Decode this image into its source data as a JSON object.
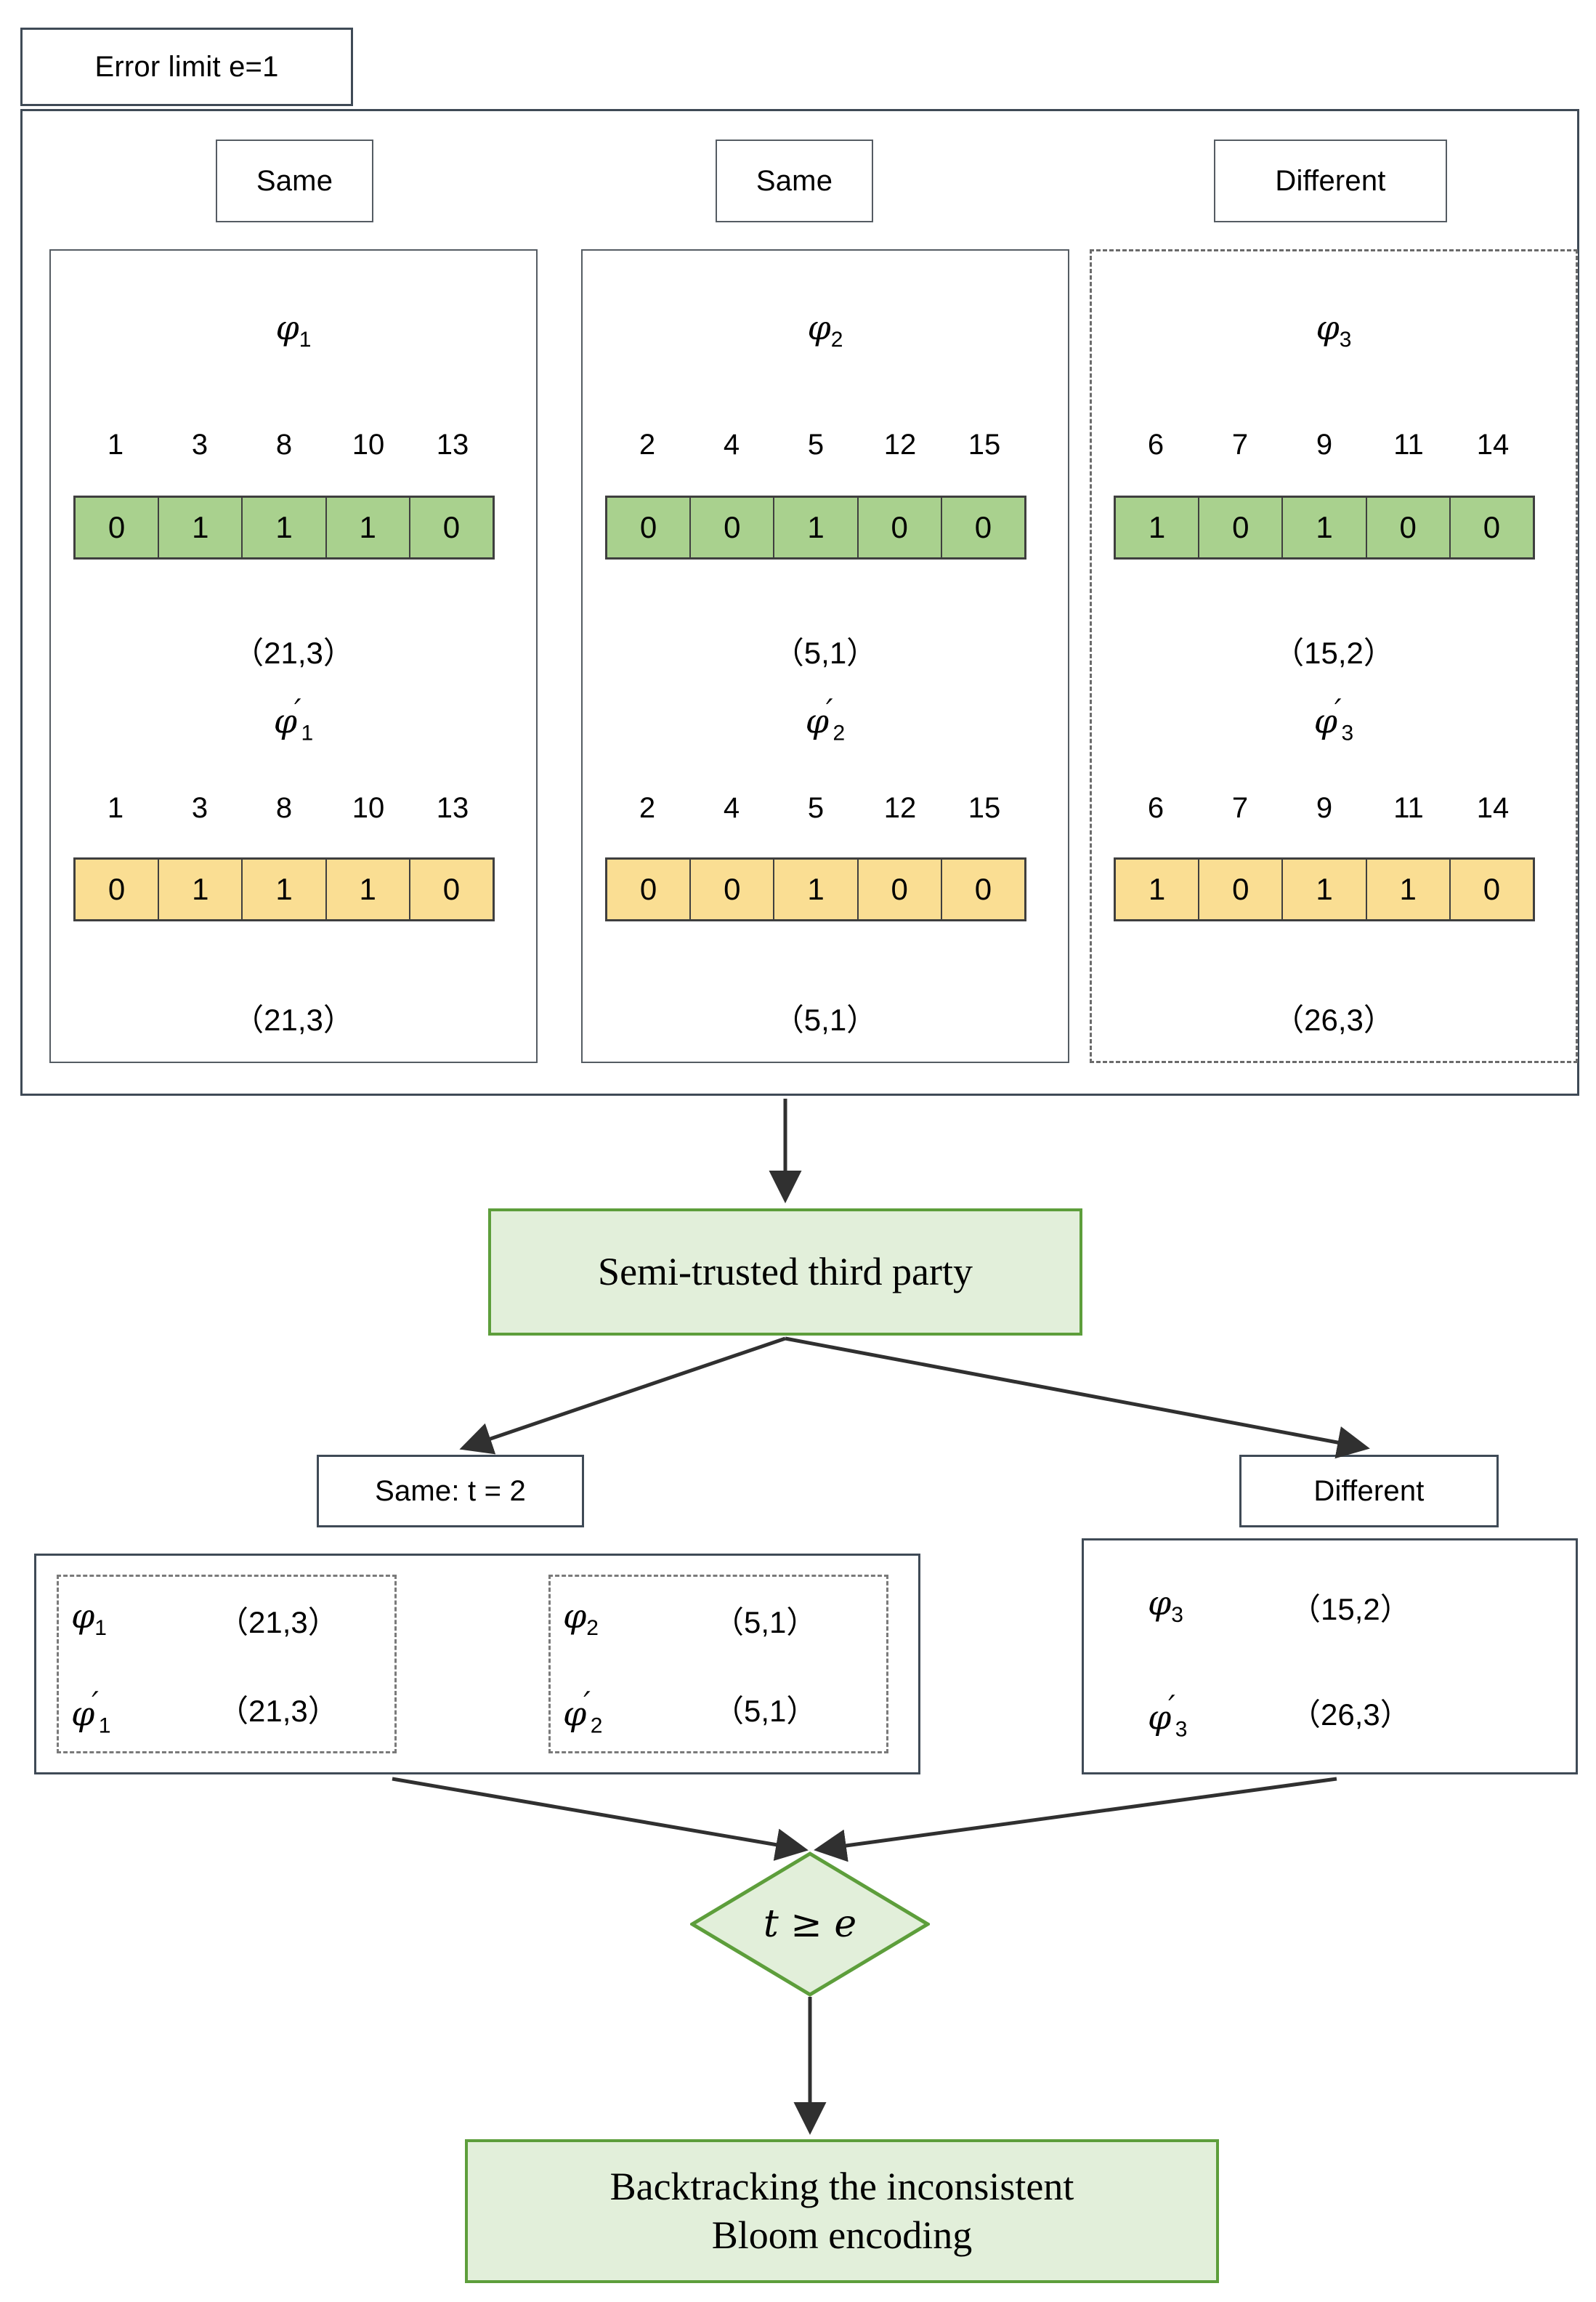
{
  "header": {
    "error_limit_label": "Error limit e=1",
    "error_limit_value": "1"
  },
  "top_section": {
    "columns": [
      {
        "verdict": "Same",
        "dashed": false,
        "original": {
          "name": "φ",
          "sub": "1",
          "prime": false,
          "indices": [
            "1",
            "3",
            "8",
            "10",
            "13"
          ],
          "bits": [
            "0",
            "1",
            "1",
            "1",
            "0"
          ],
          "pair": "（21,3）"
        },
        "modified": {
          "name": "φ",
          "sub": "1",
          "prime": true,
          "indices": [
            "1",
            "3",
            "8",
            "10",
            "13"
          ],
          "bits": [
            "0",
            "1",
            "1",
            "1",
            "0"
          ],
          "pair": "（21,3）"
        }
      },
      {
        "verdict": "Same",
        "dashed": false,
        "original": {
          "name": "φ",
          "sub": "2",
          "prime": false,
          "indices": [
            "2",
            "4",
            "5",
            "12",
            "15"
          ],
          "bits": [
            "0",
            "0",
            "1",
            "0",
            "0"
          ],
          "pair": "（5,1）"
        },
        "modified": {
          "name": "φ",
          "sub": "2",
          "prime": true,
          "indices": [
            "2",
            "4",
            "5",
            "12",
            "15"
          ],
          "bits": [
            "0",
            "0",
            "1",
            "0",
            "0"
          ],
          "pair": "（5,1）"
        }
      },
      {
        "verdict": "Different",
        "dashed": true,
        "original": {
          "name": "φ",
          "sub": "3",
          "prime": false,
          "indices": [
            "6",
            "7",
            "9",
            "11",
            "14"
          ],
          "bits": [
            "1",
            "0",
            "1",
            "0",
            "0"
          ],
          "pair": "（15,2）"
        },
        "modified": {
          "name": "φ",
          "sub": "3",
          "prime": true,
          "indices": [
            "6",
            "7",
            "9",
            "11",
            "14"
          ],
          "bits": [
            "1",
            "0",
            "1",
            "1",
            "0"
          ],
          "pair": "（26,3）"
        }
      }
    ]
  },
  "third_party": {
    "label": "Semi-trusted third party"
  },
  "results": {
    "same_tab": "Same: t = 2",
    "different_tab": "Different",
    "same_groups": [
      {
        "rows": [
          {
            "name": "φ",
            "sub": "1",
            "prime": false,
            "pair": "（21,3）"
          },
          {
            "name": "φ",
            "sub": "1",
            "prime": true,
            "pair": "（21,3）"
          }
        ]
      },
      {
        "rows": [
          {
            "name": "φ",
            "sub": "2",
            "prime": false,
            "pair": "（5,1）"
          },
          {
            "name": "φ",
            "sub": "2",
            "prime": true,
            "pair": "（5,1）"
          }
        ]
      }
    ],
    "different_group": {
      "rows": [
        {
          "name": "φ",
          "sub": "3",
          "prime": false,
          "pair": "（15,2）"
        },
        {
          "name": "φ",
          "sub": "3",
          "prime": true,
          "pair": "（26,3）"
        }
      ]
    }
  },
  "decision": {
    "label": "t ≥ e"
  },
  "outcome": {
    "line1": "Backtracking the inconsistent",
    "line2": "Bloom encoding"
  },
  "colors": {
    "green_bit": "#a9d18e",
    "yellow_bit": "#fade93",
    "green_box_fill": "#e2efda",
    "green_box_border": "#5d9e3b",
    "outline": "#3f4a56"
  }
}
